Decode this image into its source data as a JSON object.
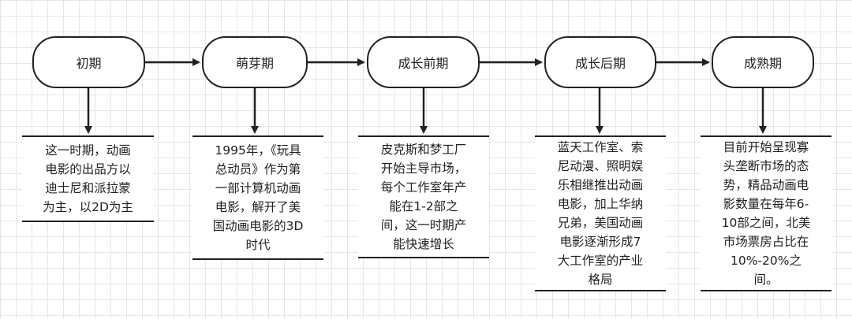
{
  "stages": [
    {
      "label": "初期",
      "description": [
        "这一时期，动画",
        "电影的出品方以",
        "迪士尼和派拉蒙",
        "为主，以2D为主"
      ]
    },
    {
      "label": "萌芽期",
      "description": [
        "1995年，《玩具",
        "总动员》作为第",
        "一部计算机动画",
        "电影，解开了美",
        "国动画电影的3D",
        "时代"
      ]
    },
    {
      "label": "成长前期",
      "description": [
        "皮克斯和梦工厂",
        "开始主导市场，",
        "每个工作室年产",
        "能在1-2部之",
        "间，这一时期产",
        "能快速增长"
      ]
    },
    {
      "label": "成长后期",
      "description": [
        "蓝天工作室、索",
        "尼动漫、照明娱",
        "乐相继推出动画",
        "电影，加上华纳",
        "兄弟，美国动画",
        "电影逐渐形成7",
        "大工作室的产业",
        "格局"
      ]
    },
    {
      "label": "成熟期",
      "description": [
        "目前开始呈现寡",
        "头垄断市场的态",
        "势，精品动画电",
        "影数量在每年6-",
        "10部之间，北美",
        "市场票房占比在",
        "10%-20%之",
        "间。"
      ]
    }
  ]
}
